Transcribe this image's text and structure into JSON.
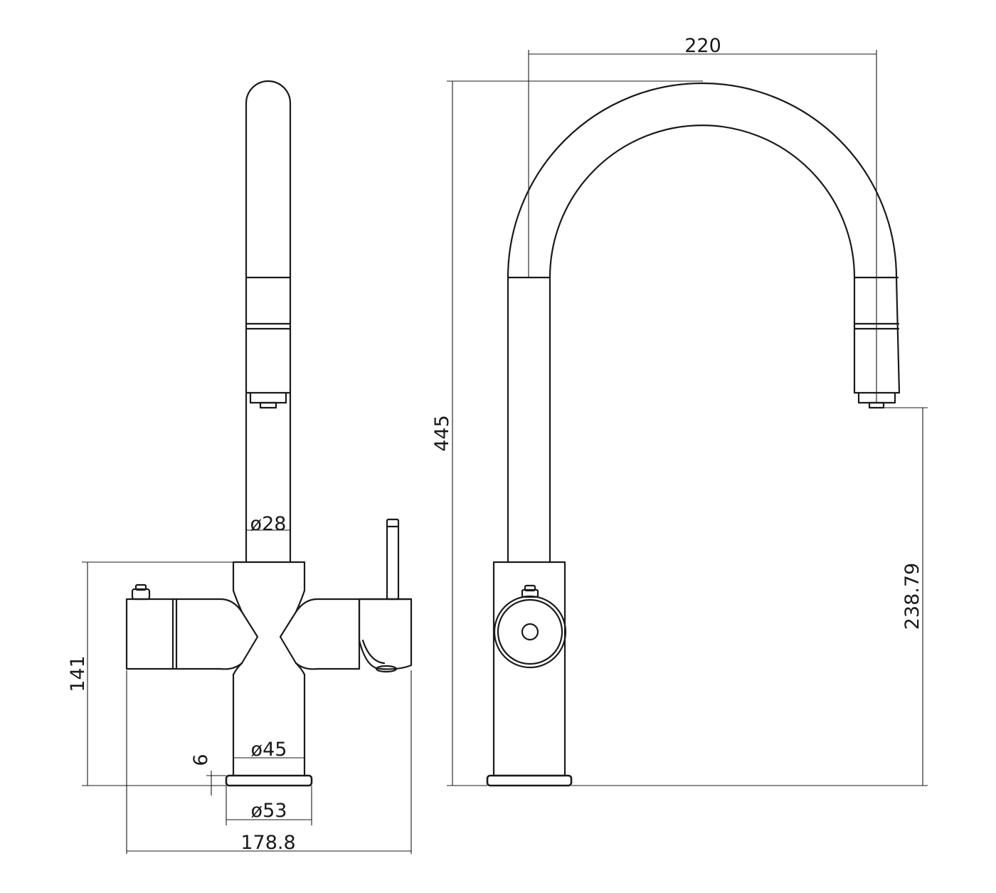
{
  "diagram": {
    "colors": {
      "line": "#1a1a1a",
      "background": "#ffffff"
    },
    "side_view": {
      "dimensions": {
        "spout_diameter": "ø28",
        "body_height": "141",
        "base_thickness": "6",
        "body_diameter": "ø45",
        "base_diameter": "ø53",
        "overall_width": "178.8"
      }
    },
    "front_view": {
      "dimensions": {
        "reach": "220",
        "overall_height": "445",
        "spout_outlet_height": "238.79"
      }
    }
  }
}
